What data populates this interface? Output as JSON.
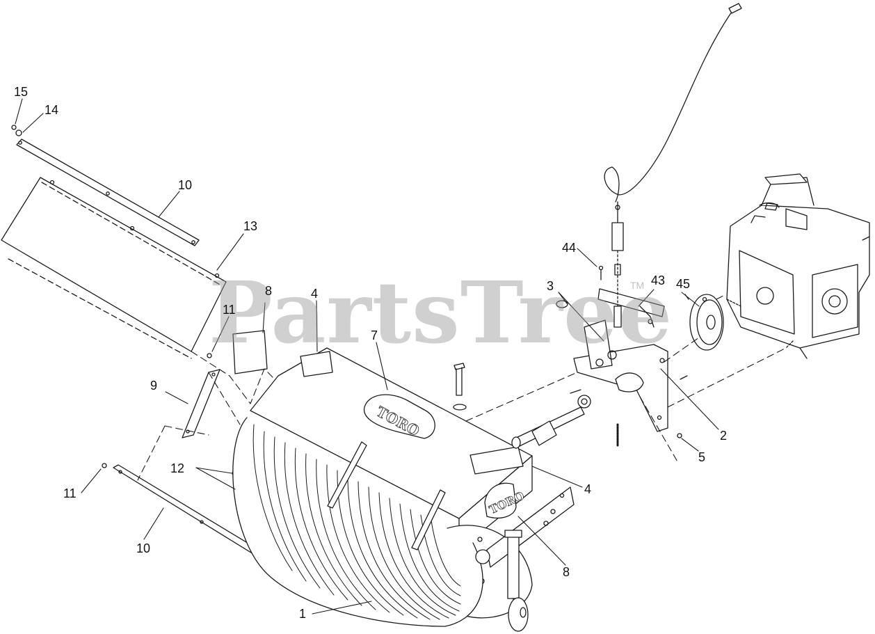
{
  "watermark": {
    "text": "PartsTree",
    "tm": "TM"
  },
  "brand_decal": {
    "text": "TORO"
  },
  "callouts": {
    "c15": "15",
    "c14": "14",
    "c10_top": "10",
    "c13": "13",
    "c8_top": "8",
    "c11_mid": "11",
    "c4_top": "4",
    "c7": "7",
    "c9": "9",
    "c12": "12",
    "c11_low": "11",
    "c10_low": "10",
    "c1": "1",
    "c44": "44",
    "c3": "3",
    "c43": "43",
    "c45": "45",
    "c2": "2",
    "c5": "5",
    "c4_right": "4",
    "c8_right": "8"
  },
  "colors": {
    "line": "#1a1a1a",
    "watermark": "#969696",
    "background": "#ffffff"
  }
}
